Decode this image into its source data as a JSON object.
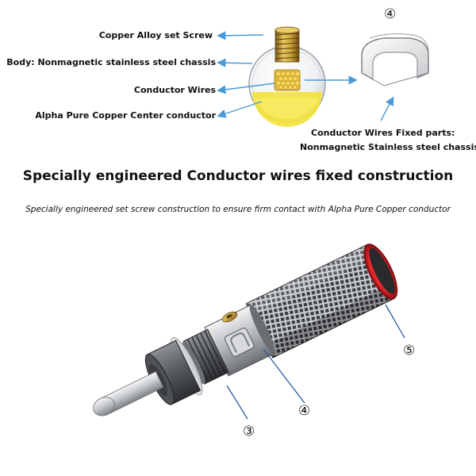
{
  "top_diagram": {
    "callouts": {
      "set_screw": "Copper Alloy set Screw",
      "body": "Body: Nonmagnetic stainless steel chassis",
      "conductor_wires": "Conductor Wires",
      "center_conductor": "Alpha Pure Copper Center conductor",
      "fixed_parts_line1": "Conductor Wires Fixed parts:",
      "fixed_parts_line2": "Nonmagnetic Stainless steel chassis"
    },
    "part_marker": "④"
  },
  "headline": "Specially engineered Conductor wires fixed construction",
  "subline": "Specially engineered set screw construction to ensure firm contact with Alpha Pure Copper conductor",
  "connector_markers": {
    "m3": "③",
    "m4": "④",
    "m5": "⑤"
  },
  "colors": {
    "arrow": "#4a9ad8",
    "copper_yellow": "#f4e23a",
    "screw_gold": "#c8a23c",
    "red_ring": "#d01020",
    "steel": "#8a8c90"
  }
}
